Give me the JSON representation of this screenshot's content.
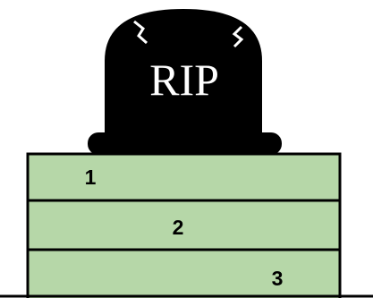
{
  "tombstone": {
    "epitaph": "RIP",
    "color": "#000000",
    "text_color": "#ffffff"
  },
  "layers": [
    {
      "label": "1"
    },
    {
      "label": "2"
    },
    {
      "label": "3"
    }
  ],
  "colors": {
    "layer_fill": "#b6d7a8",
    "outline": "#000000",
    "background": "#ffffff"
  }
}
